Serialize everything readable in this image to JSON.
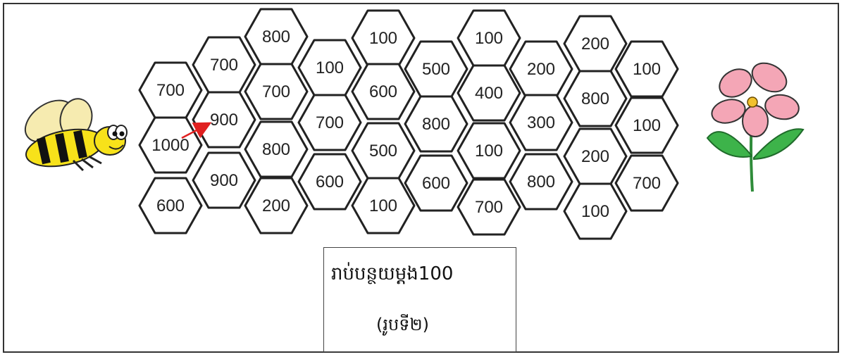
{
  "puzzle": {
    "cells": [
      {
        "col": 0,
        "row": 1,
        "value": "700"
      },
      {
        "col": 0,
        "row": 2,
        "value": "1000"
      },
      {
        "col": 0,
        "row": 3,
        "value": "600"
      },
      {
        "col": 1,
        "row": 1,
        "value": "700"
      },
      {
        "col": 1,
        "row": 2,
        "value": "900"
      },
      {
        "col": 1,
        "row": 3,
        "value": "900"
      },
      {
        "col": 2,
        "row": 0,
        "value": "800"
      },
      {
        "col": 2,
        "row": 1,
        "value": "700"
      },
      {
        "col": 2,
        "row": 2,
        "value": "800"
      },
      {
        "col": 2,
        "row": 3,
        "value": "200"
      },
      {
        "col": 3,
        "row": 0,
        "value": "100"
      },
      {
        "col": 3,
        "row": 1,
        "value": "700"
      },
      {
        "col": 3,
        "row": 2,
        "value": "600"
      },
      {
        "col": 4,
        "row": 0,
        "value": "100"
      },
      {
        "col": 4,
        "row": 1,
        "value": "600"
      },
      {
        "col": 4,
        "row": 2,
        "value": "500"
      },
      {
        "col": 4,
        "row": 3,
        "value": "100"
      },
      {
        "col": 5,
        "row": 0,
        "value": "500"
      },
      {
        "col": 5,
        "row": 1,
        "value": "800"
      },
      {
        "col": 5,
        "row": 2,
        "value": "600"
      },
      {
        "col": 6,
        "row": 0,
        "value": "100"
      },
      {
        "col": 6,
        "row": 1,
        "value": "400"
      },
      {
        "col": 6,
        "row": 2,
        "value": "100"
      },
      {
        "col": 6,
        "row": 3,
        "value": "700"
      },
      {
        "col": 7,
        "row": 0,
        "value": "200"
      },
      {
        "col": 7,
        "row": 1,
        "value": "300"
      },
      {
        "col": 7,
        "row": 2,
        "value": "800"
      },
      {
        "col": 8,
        "row": 0,
        "value": "200"
      },
      {
        "col": 8,
        "row": 1,
        "value": "800"
      },
      {
        "col": 8,
        "row": 2,
        "value": "200"
      },
      {
        "col": 8,
        "row": 3,
        "value": "100"
      },
      {
        "col": 9,
        "row": 0,
        "value": "100"
      },
      {
        "col": 9,
        "row": 1,
        "value": "100"
      },
      {
        "col": 9,
        "row": 2,
        "value": "700"
      }
    ],
    "start_value": "1000",
    "arrow_color": "#e02020"
  },
  "caption": {
    "title": "រាប់បន្ថយម្តង100",
    "subtitle": "(រូបទី២)"
  },
  "colors": {
    "bee_yellow": "#f7e21a",
    "bee_black": "#111111",
    "flower_pink": "#f4a6b6",
    "leaf_green": "#3db34a",
    "center_yellow": "#f2c12e"
  }
}
